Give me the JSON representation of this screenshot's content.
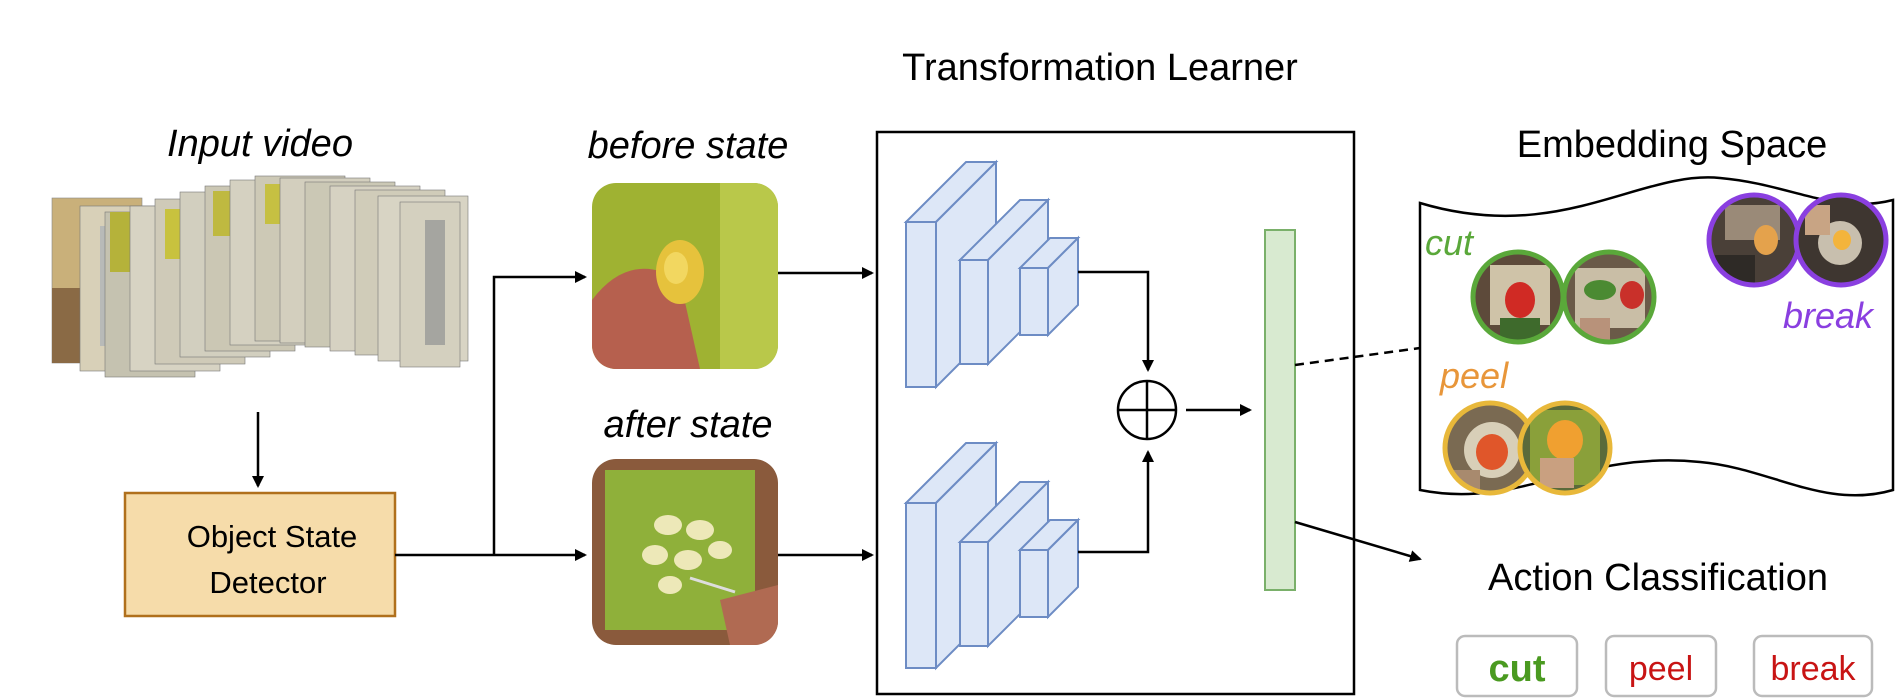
{
  "input_section": {
    "title": "Input video"
  },
  "detector": {
    "label_line1": "Object State",
    "label_line2": "Detector"
  },
  "states": {
    "before_label": "before state",
    "after_label": "after state"
  },
  "learner": {
    "title": "Transformation Learner",
    "combine_symbol": "⊕"
  },
  "embedding": {
    "title": "Embedding Space",
    "clusters": [
      {
        "label": "cut",
        "color": "#5aa83a"
      },
      {
        "label": "peel",
        "color": "#e8963a"
      },
      {
        "label": "break",
        "color": "#8a3fe0"
      }
    ]
  },
  "classification": {
    "title": "Action Classification",
    "buttons": [
      {
        "label": "cut",
        "color": "#4a9a20"
      },
      {
        "label": "peel",
        "color": "#c81414"
      },
      {
        "label": "break",
        "color": "#c81414"
      }
    ]
  },
  "colors": {
    "detector_fill": "#f6dcaa",
    "detector_border": "#b0701c",
    "cnn_fill": "#dde7f7",
    "cnn_stroke": "#6d8cc4",
    "vector_fill": "#d8ead0",
    "vector_stroke": "#7ab06a"
  }
}
